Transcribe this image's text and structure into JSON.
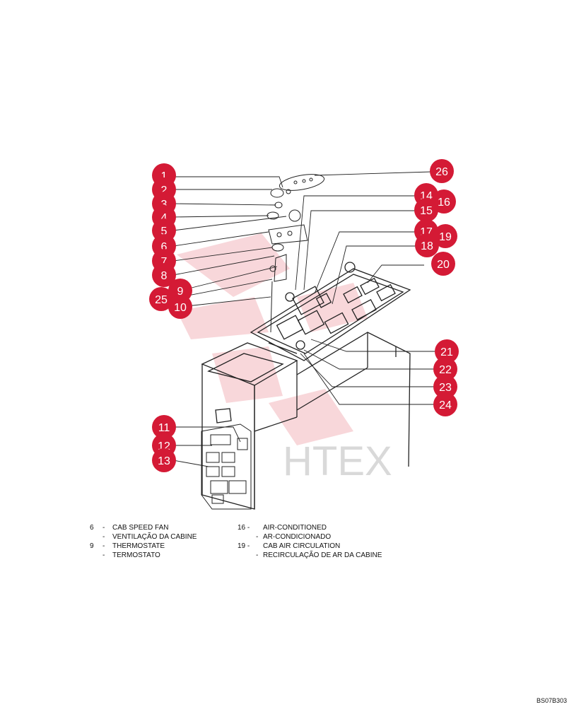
{
  "callouts": [
    "1",
    "2",
    "3",
    "4",
    "5",
    "6",
    "7",
    "8",
    "9",
    "25",
    "10",
    "26",
    "14",
    "16",
    "15",
    "17",
    "19",
    "18",
    "20",
    "21",
    "22",
    "23",
    "24",
    "11",
    "12",
    "13"
  ],
  "colors": {
    "callout": "#d41a35",
    "callout_text": "#ffffff",
    "line": "#222222",
    "watermark": "#f3b7bd"
  },
  "watermark_text": "HTEX",
  "legend": {
    "left": [
      {
        "num": "6",
        "dash": "-",
        "text": "CAB SPEED FAN"
      },
      {
        "num": "",
        "dash": "-",
        "text": "VENTILAÇÃO DA CABINE"
      },
      {
        "num": "9",
        "dash": "-",
        "text": "THERMOSTATE"
      },
      {
        "num": "",
        "dash": "-",
        "text": "TERMOSTATO"
      }
    ],
    "right": [
      {
        "num": "16 -",
        "dash": "",
        "text": "AIR-CONDITIONED"
      },
      {
        "num": "",
        "dash": "-",
        "text": "AR-CONDICIONADO"
      },
      {
        "num": "19 -",
        "dash": "",
        "text": "CAB AIR CIRCULATION"
      },
      {
        "num": "",
        "dash": "-",
        "text": "RECIRCULAÇÃO DE AR DA CABINE"
      }
    ]
  },
  "doc_code": "BS07B303"
}
